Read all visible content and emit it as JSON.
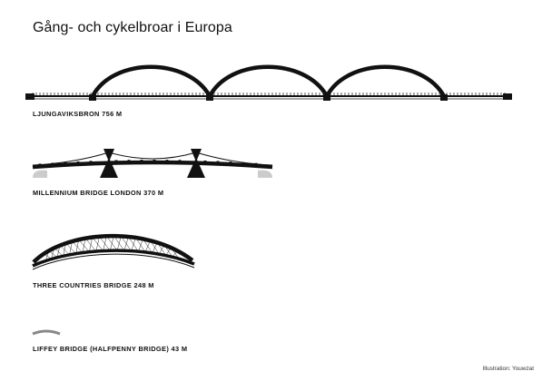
{
  "title": "Gång- och cykelbroar i Europa",
  "bridges": [
    {
      "name": "LJUNGAVIKSBRON 756 M",
      "length_m": 756
    },
    {
      "name": "MILLENNIUM BRIDGE LONDON 370 M",
      "length_m": 370
    },
    {
      "name": "THREE COUNTRIES BRIDGE 248 M",
      "length_m": 248
    },
    {
      "name": "LIFFEY BRIDGE (HALFPENNY BRIDGE) 43 M",
      "length_m": 43
    }
  ],
  "credit": "Illustration: Youwzat",
  "colors": {
    "ink": "#111111",
    "ground": "#cccccc"
  }
}
